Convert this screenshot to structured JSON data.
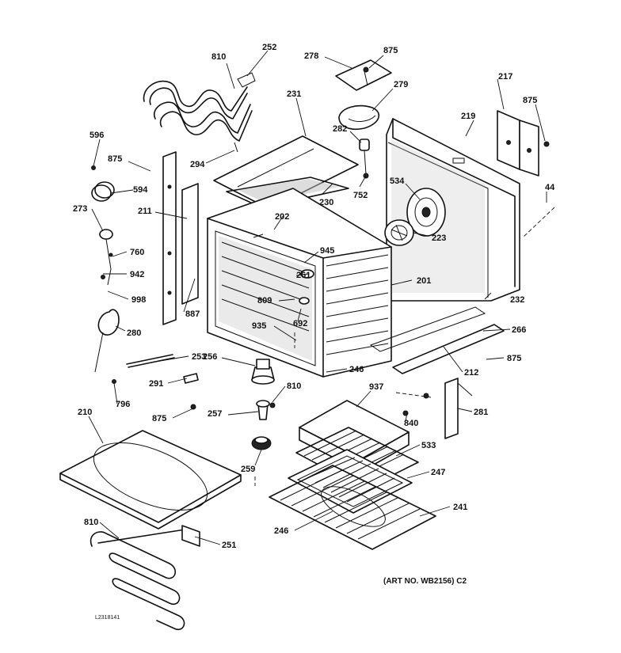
{
  "labels": [
    {
      "key": "p810a",
      "text": "810"
    },
    {
      "key": "p252",
      "text": "252"
    },
    {
      "key": "p278",
      "text": "278"
    },
    {
      "key": "p875a",
      "text": "875"
    },
    {
      "key": "p279",
      "text": "279"
    },
    {
      "key": "p217",
      "text": "217"
    },
    {
      "key": "p875b",
      "text": "875"
    },
    {
      "key": "p231",
      "text": "231"
    },
    {
      "key": "p282",
      "text": "282"
    },
    {
      "key": "p219",
      "text": "219"
    },
    {
      "key": "p596",
      "text": "596"
    },
    {
      "key": "p875c",
      "text": "875"
    },
    {
      "key": "p294",
      "text": "294"
    },
    {
      "key": "p594",
      "text": "594"
    },
    {
      "key": "p752",
      "text": "752"
    },
    {
      "key": "p230",
      "text": "230"
    },
    {
      "key": "p534",
      "text": "534"
    },
    {
      "key": "p44",
      "text": "44"
    },
    {
      "key": "p273",
      "text": "273"
    },
    {
      "key": "p211",
      "text": "211"
    },
    {
      "key": "p202",
      "text": "202"
    },
    {
      "key": "p223",
      "text": "223"
    },
    {
      "key": "p760",
      "text": "760"
    },
    {
      "key": "p945",
      "text": "945"
    },
    {
      "key": "p942",
      "text": "942"
    },
    {
      "key": "p261",
      "text": "261"
    },
    {
      "key": "p201",
      "text": "201"
    },
    {
      "key": "p998",
      "text": "998"
    },
    {
      "key": "p809",
      "text": "809"
    },
    {
      "key": "p232",
      "text": "232"
    },
    {
      "key": "p887",
      "text": "887"
    },
    {
      "key": "p692",
      "text": "692"
    },
    {
      "key": "p280",
      "text": "280"
    },
    {
      "key": "p935",
      "text": "935"
    },
    {
      "key": "p266",
      "text": "266"
    },
    {
      "key": "p253",
      "text": "253"
    },
    {
      "key": "p256",
      "text": "256"
    },
    {
      "key": "p875d",
      "text": "875"
    },
    {
      "key": "p246a",
      "text": "246"
    },
    {
      "key": "p212",
      "text": "212"
    },
    {
      "key": "p291",
      "text": "291"
    },
    {
      "key": "p810b",
      "text": "810"
    },
    {
      "key": "p937",
      "text": "937"
    },
    {
      "key": "p796",
      "text": "796"
    },
    {
      "key": "p210",
      "text": "210"
    },
    {
      "key": "p875e",
      "text": "875"
    },
    {
      "key": "p257",
      "text": "257"
    },
    {
      "key": "p281",
      "text": "281"
    },
    {
      "key": "p840",
      "text": "840"
    },
    {
      "key": "p533",
      "text": "533"
    },
    {
      "key": "p259",
      "text": "259"
    },
    {
      "key": "p247",
      "text": "247"
    },
    {
      "key": "p241",
      "text": "241"
    },
    {
      "key": "p810c",
      "text": "810"
    },
    {
      "key": "p251",
      "text": "251"
    },
    {
      "key": "p246b",
      "text": "246"
    }
  ],
  "art_note": "(ART NO. WB2156) C2",
  "drawing_code": "L2318141"
}
